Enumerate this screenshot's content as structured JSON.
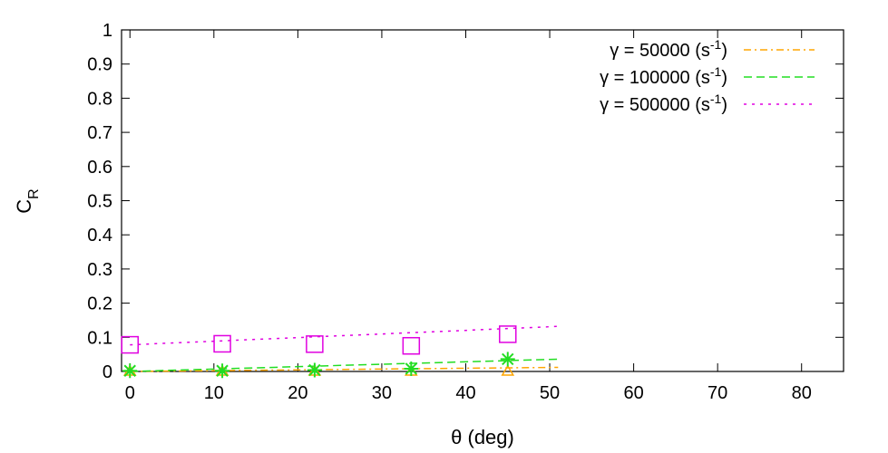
{
  "chart_data": {
    "type": "scatter",
    "title": "",
    "xlabel": "θ (deg)",
    "ylabel": "C",
    "ylabel_sub": "R",
    "xlim": [
      -1,
      85
    ],
    "ylim": [
      0,
      1
    ],
    "xticks": [
      0,
      10,
      20,
      30,
      40,
      50,
      60,
      70,
      80
    ],
    "yticks": [
      0,
      0.1,
      0.2,
      0.3,
      0.4,
      0.5,
      0.6,
      0.7,
      0.8,
      0.9,
      1
    ],
    "ytick_labels": [
      "0",
      "0.1",
      "0.2",
      "0.3",
      "0.4",
      "0.5",
      "0.6",
      "0.7",
      "0.8",
      "0.9",
      "1"
    ],
    "xtick_labels": [
      "0",
      "10",
      "20",
      "30",
      "40",
      "50",
      "60",
      "70",
      "80"
    ],
    "grid": false,
    "legend_position": "top-right",
    "series": [
      {
        "name": "γ = 50000 (s-1)",
        "legend_prefix": "γ = 50000 (s",
        "legend_sup": "-1",
        "legend_suffix": ")",
        "color": "#ffa500",
        "line_style": "dash-dot",
        "marker": "triangle",
        "points": {
          "x": [
            0,
            11,
            22,
            33.5,
            45
          ],
          "y": [
            0,
            0,
            0,
            0,
            0
          ]
        },
        "fit": {
          "x": [
            0,
            51
          ],
          "y": [
            0,
            0.012
          ]
        }
      },
      {
        "name": "γ = 100000 (s-1)",
        "legend_prefix": "γ = 100000 (s",
        "legend_sup": "-1",
        "legend_suffix": ")",
        "color": "#22dd22",
        "line_style": "dashed",
        "marker": "star",
        "points": {
          "x": [
            0,
            11,
            22,
            33.5,
            45
          ],
          "y": [
            0.002,
            0.002,
            0.004,
            0.008,
            0.036
          ]
        },
        "fit": {
          "x": [
            0,
            51
          ],
          "y": [
            0,
            0.036
          ]
        }
      },
      {
        "name": "γ = 500000 (s-1)",
        "legend_prefix": "γ = 500000 (s",
        "legend_sup": "-1",
        "legend_suffix": ")",
        "color": "#e000e0",
        "line_style": "dotted",
        "marker": "square",
        "points": {
          "x": [
            0,
            11,
            22,
            33.5,
            45
          ],
          "y": [
            0.078,
            0.081,
            0.08,
            0.075,
            0.109
          ]
        },
        "fit": {
          "x": [
            0,
            51
          ],
          "y": [
            0.078,
            0.132
          ]
        }
      }
    ]
  }
}
